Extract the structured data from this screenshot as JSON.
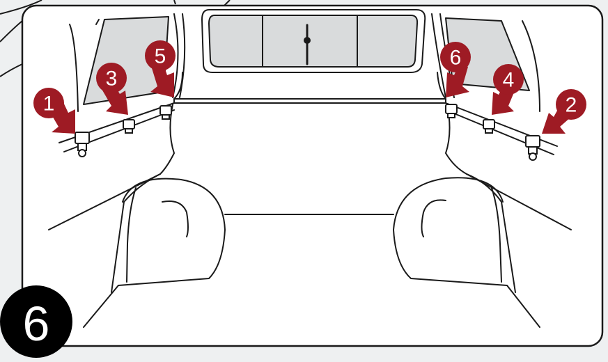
{
  "step": {
    "number": "6"
  },
  "callouts": [
    {
      "label": "1"
    },
    {
      "label": "3"
    },
    {
      "label": "5"
    },
    {
      "label": "6"
    },
    {
      "label": "4"
    },
    {
      "label": "2"
    }
  ],
  "colors": {
    "arrow": "#9e1b24",
    "panel_bg": "#ffffff",
    "page_bg": "#eef0f1",
    "window_glass": "#d9dbdc",
    "line": "#1a1a1a",
    "step_badge": "#000000"
  }
}
